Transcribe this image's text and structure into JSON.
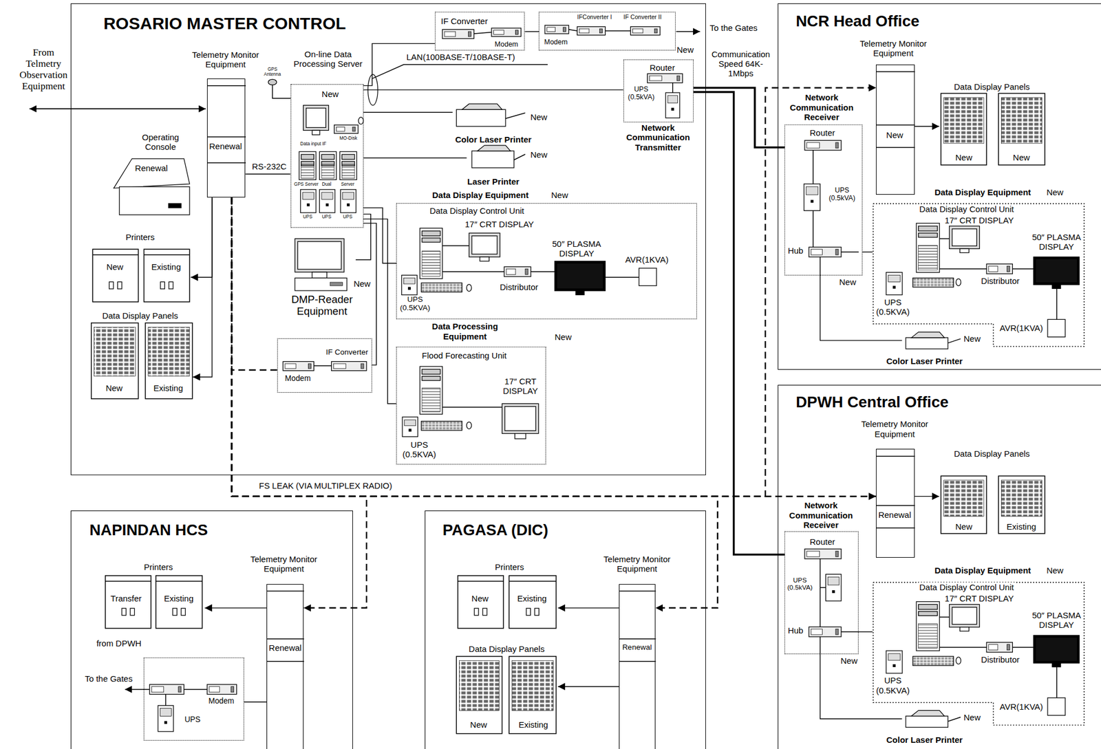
{
  "diagram": {
    "nodes": [
      {
        "text": [
          "ROSARIO MASTER CONTROL"
        ]
      },
      {
        "text": [
          "NCR Head Office"
        ]
      },
      {
        "text": [
          "DPWH Central Office"
        ]
      },
      {
        "text": [
          "NAPINDAN HCS"
        ]
      },
      {
        "text": [
          "PAGASA (DIC)"
        ]
      },
      {
        "text": [
          "Telemetry Monitor Equipment",
          "Renewal"
        ],
        "in": 0
      },
      {
        "text": [
          "Operating Console",
          "Renewal"
        ],
        "in": 0
      },
      {
        "text": [
          "Printers",
          "New",
          "Existing"
        ],
        "in": 0
      },
      {
        "text": [
          "Data Display Panels",
          "New",
          "Existing"
        ],
        "in": 0
      },
      {
        "text": [
          "On-line Data Processing Server",
          "New",
          "Data input IF",
          "MO-Disk",
          "GPS Server",
          "Dual",
          "Server",
          "UPS",
          "UPS",
          "UPS"
        ],
        "in": 0
      },
      {
        "text": [
          "DMP-Reader Equipment",
          "New"
        ],
        "in": 0
      },
      {
        "text": [
          "Color Laser Printer",
          "New"
        ],
        "in": 0
      },
      {
        "text": [
          "Laser Printer",
          "New"
        ],
        "in": 0
      },
      {
        "text": [
          "Data Display Equipment",
          "New",
          "Data Display Control Unit",
          "17″ CRT DISPLAY",
          "50″ PLASMA DISPLAY",
          "Distributor",
          "UPS (0.5KVA)",
          "AVR(1KVA)"
        ],
        "in": 0
      },
      {
        "text": [
          "Data Processing Equipment",
          "New",
          "Flood Forecasting Unit",
          "17″ CRT DISPLAY",
          "UPS (0.5KVA)"
        ],
        "in": 0
      },
      {
        "text": [
          "IF Converter",
          "Modem"
        ],
        "in": 0
      },
      {
        "text": [
          "IFConverter I",
          "IF Converter II",
          "Modem"
        ],
        "in": 0
      },
      {
        "text": [
          "Router",
          "UPS (0.5kVA)",
          "Network Communication Transmitter"
        ],
        "in": 0
      },
      {
        "text": [
          "IF Converter",
          "Modem"
        ],
        "in": 0
      },
      {
        "text": [
          "Network Communication Receiver",
          "Router",
          "UPS (0.5kVA)",
          "Hub",
          "New"
        ],
        "in": 1
      },
      {
        "text": [
          "Telemetry Monitor Equipment",
          "New"
        ],
        "in": 1
      },
      {
        "text": [
          "Data Display Panels",
          "New",
          "New"
        ],
        "in": 1
      },
      {
        "text": [
          "Data Display Equipment",
          "New",
          "Data Display Control Unit",
          "17″ CRT DISPLAY",
          "50″ PLASMA DISPLAY",
          "Distributor",
          "UPS (0.5KVA)",
          "AVR(1KVA)"
        ],
        "in": 1
      },
      {
        "text": [
          "Color Laser Printer",
          "New"
        ],
        "in": 1
      },
      {
        "text": [
          "Network Communication Receiver",
          "Router",
          "UPS (0.5kVA)",
          "Hub",
          "New"
        ],
        "in": 2
      },
      {
        "text": [
          "Telemetry Monitor Equipment",
          "Renewal"
        ],
        "in": 2
      },
      {
        "text": [
          "Data Display Panels",
          "New",
          "Existing"
        ],
        "in": 2
      },
      {
        "text": [
          "Data Display Equipment",
          "New",
          "Data Display Control Unit",
          "17″ CRT DISPLAY",
          "50″ PLASMA DISPLAY",
          "Distributor",
          "UPS (0.5KVA)",
          "AVR(1KVA)"
        ],
        "in": 2
      },
      {
        "text": [
          "Color Laser Printer",
          "New"
        ],
        "in": 2
      },
      {
        "text": [
          "Printers",
          "Transfer",
          "Existing",
          "from DPWH"
        ],
        "in": 3
      },
      {
        "text": [
          "Telemetry Monitor Equipment",
          "Renewal"
        ],
        "in": 3
      },
      {
        "text": [
          "Modem",
          "UPS"
        ],
        "in": 3
      },
      {
        "text": [
          "Printers",
          "New",
          "Existing"
        ],
        "in": 4
      },
      {
        "text": [
          "Data Display Panels",
          "New",
          "Existing"
        ],
        "in": 4
      },
      {
        "text": [
          "Telemetry Monitor Equipment",
          "Renewal"
        ],
        "in": 4
      }
    ],
    "edges": [
      {
        "from": 5,
        "to": 7,
        "arrow": "to"
      },
      {
        "from": 5,
        "to": 8,
        "arrow": "to"
      },
      {
        "from": 5,
        "to": 9,
        "label": "RS-232C",
        "arrow": "none"
      },
      {
        "from": 9,
        "to": 15,
        "arrow": "none"
      },
      {
        "from": 15,
        "to": 16,
        "arrow": "none"
      },
      {
        "from": 9,
        "to": 17,
        "arrow": "none"
      },
      {
        "from": 9,
        "to": 11,
        "arrow": "none"
      },
      {
        "from": 9,
        "to": 12,
        "arrow": "none"
      },
      {
        "from": 9,
        "to": 13,
        "arrow": "none"
      },
      {
        "from": 9,
        "to": 10,
        "arrow": "none"
      },
      {
        "from": 9,
        "to": 14,
        "arrow": "none"
      },
      {
        "from": 9,
        "to": 18,
        "arrow": "none"
      },
      {
        "from": 17,
        "to": 19,
        "arrow": "none"
      },
      {
        "from": 17,
        "to": 24,
        "arrow": "none"
      },
      {
        "from": 5,
        "to": 20,
        "arrow": "to"
      },
      {
        "from": 5,
        "to": 25,
        "arrow": "to"
      },
      {
        "from": 5,
        "to": 30,
        "arrow": "to"
      },
      {
        "from": 5,
        "to": 34,
        "arrow": "to"
      },
      {
        "from": 18,
        "to": 5,
        "arrow": "none"
      },
      {
        "from": 19,
        "to": 22,
        "arrow": "none"
      },
      {
        "from": 19,
        "to": 23,
        "arrow": "none"
      },
      {
        "from": 20,
        "to": 21,
        "arrow": "to"
      },
      {
        "from": 24,
        "to": 27,
        "arrow": "none"
      },
      {
        "from": 24,
        "to": 28,
        "arrow": "none"
      },
      {
        "from": 25,
        "to": 26,
        "arrow": "to"
      },
      {
        "from": 30,
        "to": 29,
        "arrow": "to"
      },
      {
        "from": 30,
        "to": 31,
        "arrow": "none"
      },
      {
        "from": 34,
        "to": 32,
        "arrow": "to"
      },
      {
        "from": 34,
        "to": 33,
        "arrow": "to"
      }
    ],
    "labels": [
      "From Telmetry Observation Equipment",
      "GPS Antenna",
      "LAN(100BASE-T/10BASE-T)",
      "To the Gates",
      "New",
      "Communication Speed 64K-1Mbps",
      "FS LEAK (VIA MULTIPLEX RADIO)",
      "To the Gates"
    ]
  }
}
